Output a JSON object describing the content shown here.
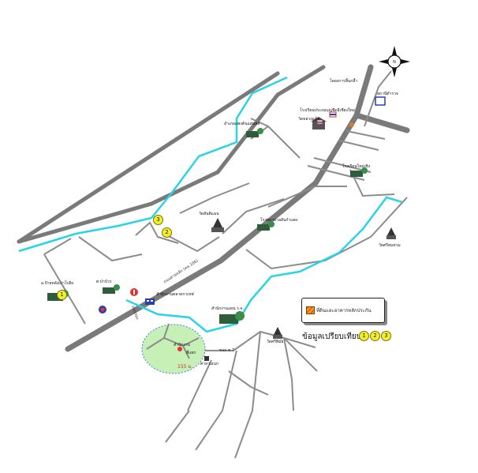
{
  "landmarks": {
    "tech_college": "โดยงการสิ้นกลี้า",
    "police": "สถานีตำรวจ",
    "school_top": "โรงเรียนประถมบุญชีดอีเชียงใหม่",
    "temple_top": "วัดหลวงแก้ว",
    "municipal_school": "อำเภอแพงค้นแสนล์ส์",
    "school_mid": "โรงเรียนใหม่เชิง",
    "wat_center": "วัดสันติแมน",
    "hospital_school": "โรงพยาบาลสันกำแพง",
    "district_office": "อ.ป้ายหลังเก่าโปลิง",
    "left_office": "ศ.ป่าบัวร",
    "highway_office": "สำนักงานตลาดกาเหฟ",
    "center_bldg": "สำนักงานแผน ร.จ.",
    "target_site": "สำนักงาน",
    "red_pin_label": "สี่แยก",
    "district_school": "ศาลาเอนก",
    "wat_riverside": "วัดศรีพิมัย",
    "wat_right": "วัดศรีสมหวม"
  },
  "roads": {
    "highway": "ถนนสายหลัก (ทล.106)",
    "soi": "ซอย ซ.7",
    "side_road": "ถนนรอง"
  },
  "scale_label": "155 ม.",
  "legend": {
    "text": "ที่ดินและอาคารหลักประกัน"
  },
  "comparison": {
    "label": "ข้อมูลเปรียบเทียบ",
    "badges": [
      "1",
      "2",
      "3"
    ]
  },
  "map_badges": {
    "one": "1",
    "two": "2",
    "three": "3"
  },
  "compass": {
    "north": "N"
  },
  "colors": {
    "road": "#7a7a7a",
    "river": "#2ad3e6",
    "minor_road": "#8c8c8c",
    "highlight_zone": "#c7f0b6",
    "badge": "#f2ef2a"
  }
}
